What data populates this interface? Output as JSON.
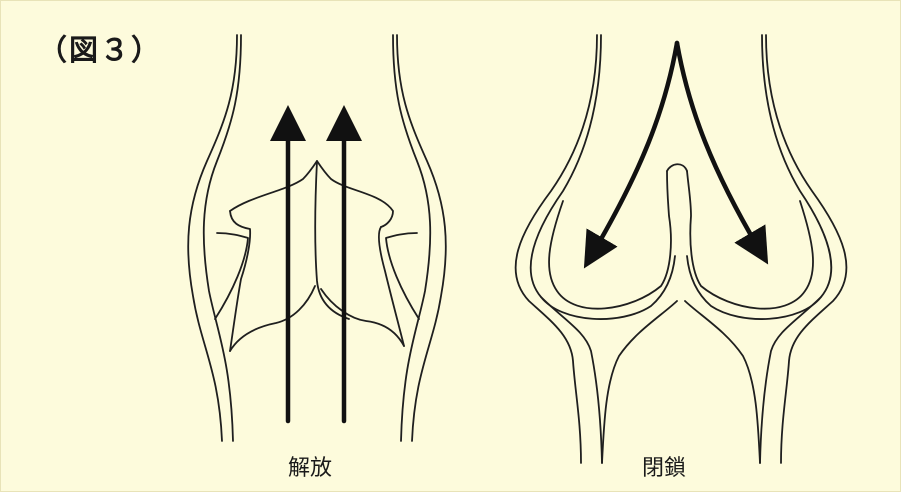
{
  "figure": {
    "label": "（図３）",
    "open_caption": "解放",
    "closed_caption": "閉鎖"
  },
  "colors": {
    "background": "#fdfbdc",
    "ink": "#1f1f1f"
  }
}
